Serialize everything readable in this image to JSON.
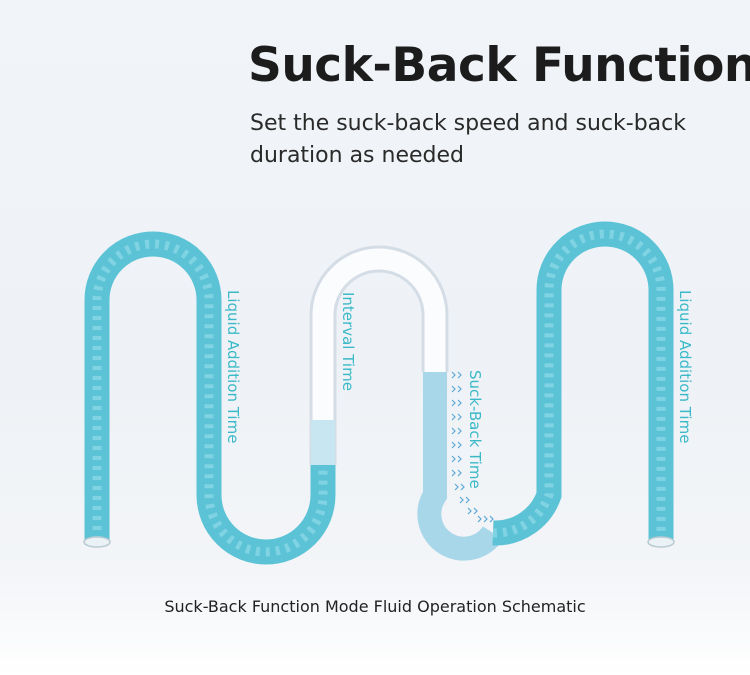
{
  "title": "Suck-Back Function",
  "subtitle": "Set the suck-back speed and suck-back duration as needed",
  "caption": "Suck-Back Function Mode Fluid Operation Schematic",
  "labels": {
    "left_addition": "Liquid Addition Time",
    "interval": "Interval Time",
    "suck_back": "Suck-Back Time",
    "right_addition": "Liquid Addition Time"
  },
  "colors": {
    "liquid": "#64c8d8",
    "liquid_light": "#a9d7ea",
    "tube_empty": "#ffffff",
    "label": "#3ab9c8",
    "arrow": "#5aa9d6"
  }
}
